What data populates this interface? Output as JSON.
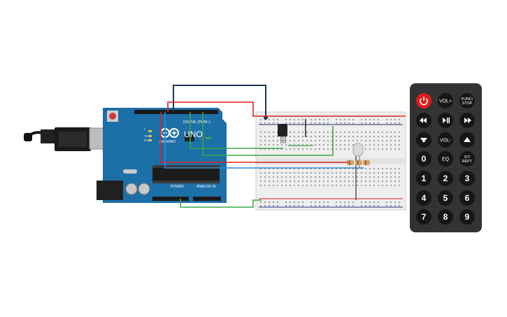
{
  "arduino": {
    "brand": "ARDUINO",
    "model": "UNO",
    "label_digital": "DIGITAL (PWM~)",
    "label_power": "POWER",
    "label_analog": "ANALOG IN",
    "label_tx": "TX",
    "label_rx": "RX",
    "label_l": "L"
  },
  "remote": {
    "keys": [
      {
        "label": "",
        "icon": "power-icon"
      },
      {
        "label": "VOL+"
      },
      {
        "label": "FUNC/ STOP"
      },
      {
        "label": "",
        "icon": "rewind-icon"
      },
      {
        "label": "",
        "icon": "play-pause-icon"
      },
      {
        "label": "",
        "icon": "fast-forward-icon"
      },
      {
        "label": "",
        "icon": "down-arrow-icon"
      },
      {
        "label": "VOL-"
      },
      {
        "label": "",
        "icon": "up-arrow-icon"
      },
      {
        "label": "0"
      },
      {
        "label": "EQ"
      },
      {
        "label": "ST/ REPT"
      },
      {
        "label": "1"
      },
      {
        "label": "2"
      },
      {
        "label": "3"
      },
      {
        "label": "4"
      },
      {
        "label": "5"
      },
      {
        "label": "6"
      },
      {
        "label": "7"
      },
      {
        "label": "8"
      },
      {
        "label": "9"
      }
    ]
  },
  "colors": {
    "board_blue": "#1d6fa8",
    "wire_red": "#e02020",
    "wire_green": "#3aa845",
    "wire_blue": "#2f8ad1",
    "wire_navy": "#1e3550",
    "remote_body": "#333333",
    "remote_key": "#161616",
    "power_key": "#e01b1b"
  }
}
